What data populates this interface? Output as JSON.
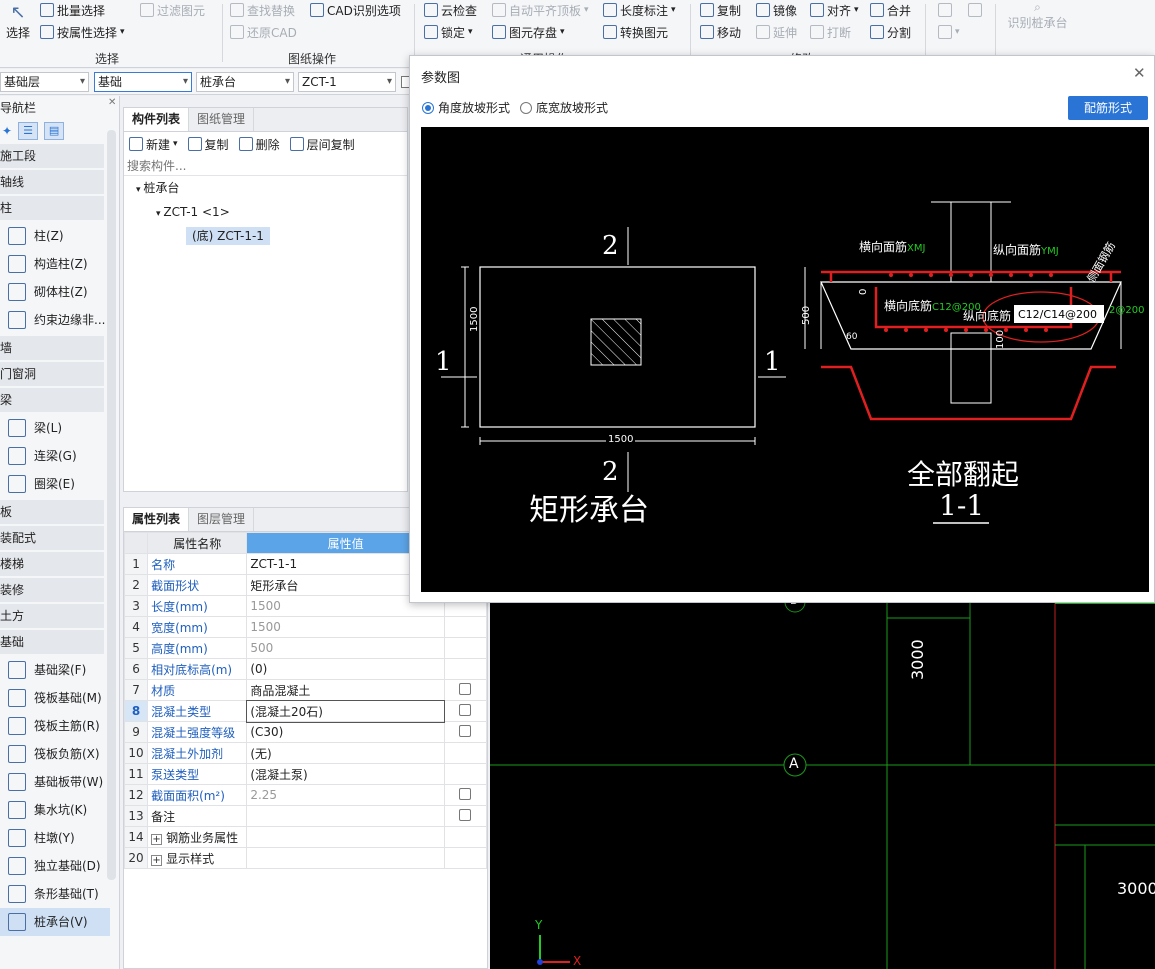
{
  "ribbon": {
    "select": {
      "big": "选择",
      "batch": "批量选择",
      "by_attr": "按属性选择",
      "filter": "过滤图元",
      "group": "选择"
    },
    "drawing_ops": {
      "find_replace": "查找替换",
      "cad_options": "CAD识别选项",
      "restore_cad": "还原CAD",
      "group": "图纸操作"
    },
    "general": {
      "cloud_check": "云检查",
      "auto_align": "自动平齐顶板",
      "length_mark": "长度标注",
      "lock": "锁定",
      "element_save": "图元存盘",
      "convert": "转换图元",
      "group": "通用操作"
    },
    "modify": {
      "copy": "复制",
      "mirror": "镜像",
      "align": "对齐",
      "merge": "合并",
      "move": "移动",
      "extend": "延伸",
      "break": "打断",
      "split": "分割",
      "group": "修改"
    },
    "identify": {
      "label": "识别桩承台"
    }
  },
  "selectors": {
    "floor": "基础层",
    "category": "基础",
    "type": "桩承台",
    "component": "ZCT-1"
  },
  "nav": {
    "title": "导航栏",
    "items": [
      {
        "kind": "cat",
        "label": "施工段"
      },
      {
        "kind": "cat",
        "label": "轴线"
      },
      {
        "kind": "cat",
        "label": "柱"
      },
      {
        "kind": "item",
        "label": "柱(Z)",
        "icon": "column-icon"
      },
      {
        "kind": "item",
        "label": "构造柱(Z)",
        "icon": "structural-column-icon"
      },
      {
        "kind": "item",
        "label": "砌体柱(Z)",
        "icon": "masonry-column-icon"
      },
      {
        "kind": "item",
        "label": "约束边缘非...",
        "icon": "edge-member-icon"
      },
      {
        "kind": "cat",
        "label": "墙"
      },
      {
        "kind": "cat",
        "label": "门窗洞"
      },
      {
        "kind": "cat",
        "label": "梁"
      },
      {
        "kind": "item",
        "label": "梁(L)",
        "icon": "beam-icon"
      },
      {
        "kind": "item",
        "label": "连梁(G)",
        "icon": "link-beam-icon"
      },
      {
        "kind": "item",
        "label": "圈梁(E)",
        "icon": "ring-beam-icon"
      },
      {
        "kind": "cat",
        "label": "板"
      },
      {
        "kind": "cat",
        "label": "装配式"
      },
      {
        "kind": "cat",
        "label": "楼梯"
      },
      {
        "kind": "cat",
        "label": "装修"
      },
      {
        "kind": "cat",
        "label": "土方"
      },
      {
        "kind": "cat",
        "label": "基础"
      },
      {
        "kind": "item",
        "label": "基础梁(F)",
        "icon": "foundation-beam-icon"
      },
      {
        "kind": "item",
        "label": "筏板基础(M)",
        "icon": "raft-foundation-icon"
      },
      {
        "kind": "item",
        "label": "筏板主筋(R)",
        "icon": "raft-main-rebar-icon"
      },
      {
        "kind": "item",
        "label": "筏板负筋(X)",
        "icon": "raft-negative-rebar-icon"
      },
      {
        "kind": "item",
        "label": "基础板带(W)",
        "icon": "foundation-strip-icon"
      },
      {
        "kind": "item",
        "label": "集水坑(K)",
        "icon": "sump-pit-icon"
      },
      {
        "kind": "item",
        "label": "柱墩(Y)",
        "icon": "column-pier-icon"
      },
      {
        "kind": "item",
        "label": "独立基础(D)",
        "icon": "isolated-footing-icon"
      },
      {
        "kind": "item",
        "label": "条形基础(T)",
        "icon": "strip-footing-icon"
      },
      {
        "kind": "item",
        "label": "桩承台(V)",
        "icon": "pile-cap-icon",
        "active": true
      }
    ]
  },
  "comp_list": {
    "tabs": [
      "构件列表",
      "图纸管理"
    ],
    "toolbar": {
      "new": "新建",
      "copy": "复制",
      "delete": "删除",
      "floor_copy": "层间复制"
    },
    "search_placeholder": "搜索构件...",
    "tree": {
      "root": "桩承台",
      "child": "ZCT-1 <1>",
      "leaf": "(底) ZCT-1-1"
    }
  },
  "props": {
    "tabs": [
      "属性列表",
      "图层管理"
    ],
    "headers": {
      "name": "属性名称",
      "value": "属性值"
    },
    "rows": [
      {
        "num": "1",
        "name": "名称",
        "value": "ZCT-1-1",
        "check": false,
        "gray": false
      },
      {
        "num": "2",
        "name": "截面形状",
        "value": "矩形承台",
        "check": false,
        "gray": false
      },
      {
        "num": "3",
        "name": "长度(mm)",
        "value": "1500",
        "check": false,
        "gray": true
      },
      {
        "num": "4",
        "name": "宽度(mm)",
        "value": "1500",
        "check": false,
        "gray": true
      },
      {
        "num": "5",
        "name": "高度(mm)",
        "value": "500",
        "check": false,
        "gray": true
      },
      {
        "num": "6",
        "name": "相对底标高(m)",
        "value": "(0)",
        "check": false,
        "gray": false
      },
      {
        "num": "7",
        "name": "材质",
        "value": "商品混凝土",
        "check": true,
        "gray": false
      },
      {
        "num": "8",
        "name": "混凝土类型",
        "value": "(混凝土20石)",
        "check": true,
        "gray": false,
        "current": true
      },
      {
        "num": "9",
        "name": "混凝土强度等级",
        "value": "(C30)",
        "check": true,
        "gray": false
      },
      {
        "num": "10",
        "name": "混凝土外加剂",
        "value": "(无)",
        "check": false,
        "gray": false
      },
      {
        "num": "11",
        "name": "泵送类型",
        "value": "(混凝土泵)",
        "check": false,
        "gray": false
      },
      {
        "num": "12",
        "name": "截面面积(m²)",
        "value": "2.25",
        "check": true,
        "gray": true
      },
      {
        "num": "13",
        "name": "备注",
        "value": "",
        "check": true,
        "gray": false,
        "plain": true
      },
      {
        "num": "14",
        "name": "钢筋业务属性",
        "value": "",
        "check": false,
        "expand": true
      },
      {
        "num": "20",
        "name": "显示样式",
        "value": "",
        "check": false,
        "expand": true
      }
    ]
  },
  "dialog": {
    "title": "参数图",
    "radio1": "角度放坡形式",
    "radio2": "底宽放坡形式",
    "button": "配筋形式",
    "diagram": {
      "plan_width": "1500",
      "plan_height": "1500",
      "sec_mark_top": "2",
      "sec_mark_bottom": "2",
      "sec_mark_left": "1",
      "sec_mark_right": "1",
      "plan_caption": "矩形承台",
      "sec_caption": "全部翻起",
      "sec_number": "1-1",
      "h_top_bar": "横向面筋",
      "h_top_code": "XMJ",
      "v_top_bar": "纵向面筋",
      "v_top_code": "YMJ",
      "h_bot_bar": "横向底筋",
      "h_bot_code": "C12@200",
      "v_bot_bar": "纵向底筋",
      "v_bot_code": "C12/C14@200",
      "side_bar": "侧面钢筋",
      "side_code": "2@200",
      "height": "500",
      "cover": "0",
      "embed": "100",
      "angle": "60"
    }
  },
  "canvas": {
    "axis_b": "B",
    "axis_a": "A",
    "dim1": "3000",
    "dim2": "3000",
    "y_label": "Y",
    "x_label": "X"
  },
  "colors": {
    "accent": "#2a74d6",
    "cad_bg": "#000000",
    "cad_red": "#e02020",
    "cad_green": "#22cc22"
  }
}
